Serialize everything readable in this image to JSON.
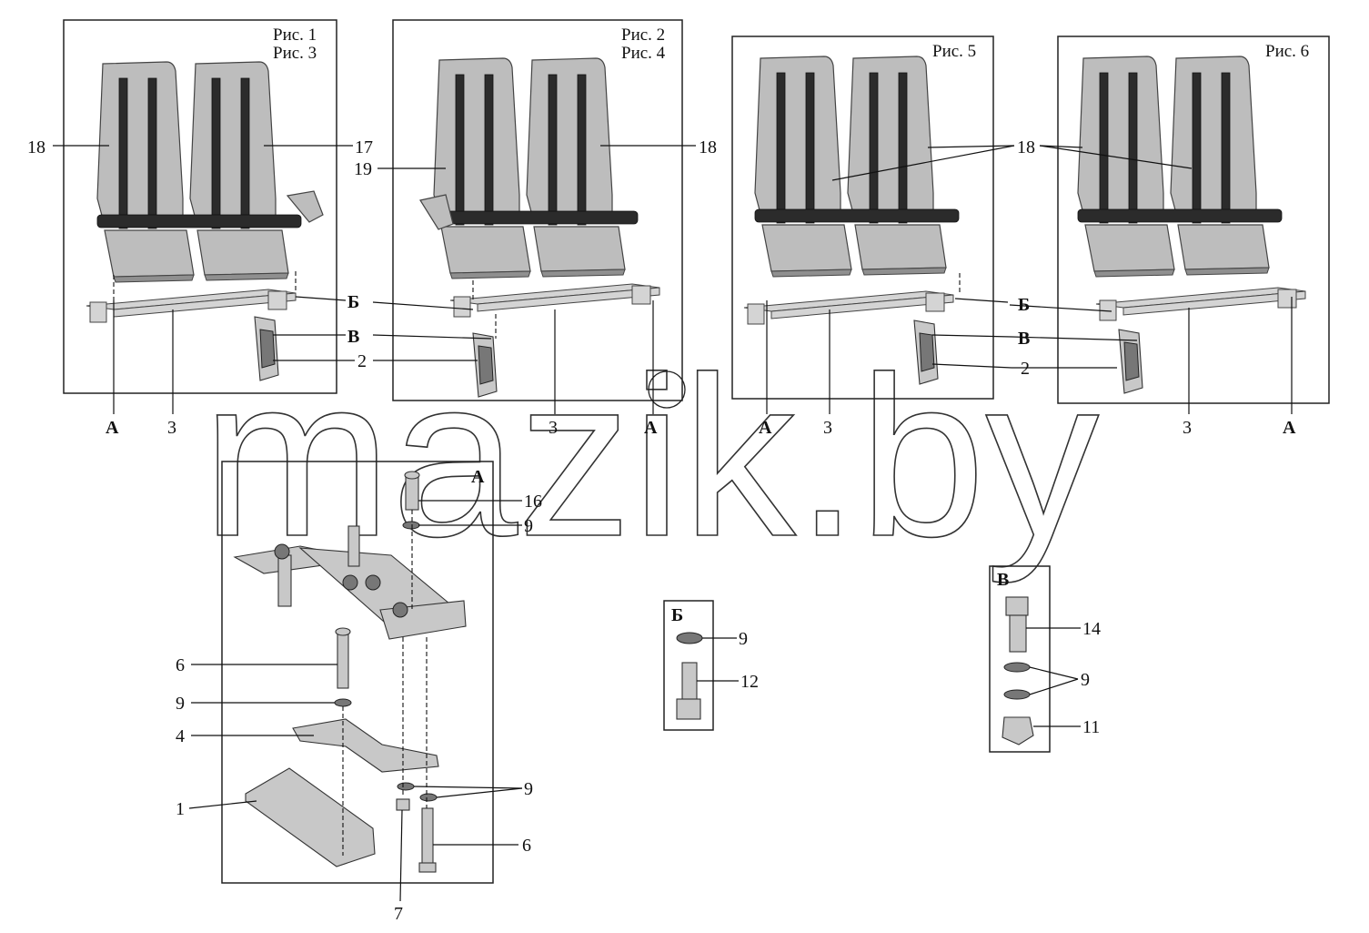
{
  "watermark": "mazik.by",
  "figures": {
    "fig13": [
      "Рис. 1",
      "Рис. 3"
    ],
    "fig24": [
      "Рис. 2",
      "Рис. 4"
    ],
    "fig5": "Рис. 5",
    "fig6": "Рис. 6"
  },
  "views": {
    "A": "А",
    "B": "Б",
    "V": "В"
  },
  "parts": {
    "p1": "1",
    "p2": "2",
    "p3": "3",
    "p4": "4",
    "p6": "6",
    "p7": "7",
    "p9": "9",
    "p11": "11",
    "p12": "12",
    "p14": "14",
    "p16": "16",
    "p17": "17",
    "p18": "18",
    "p19": "19"
  }
}
